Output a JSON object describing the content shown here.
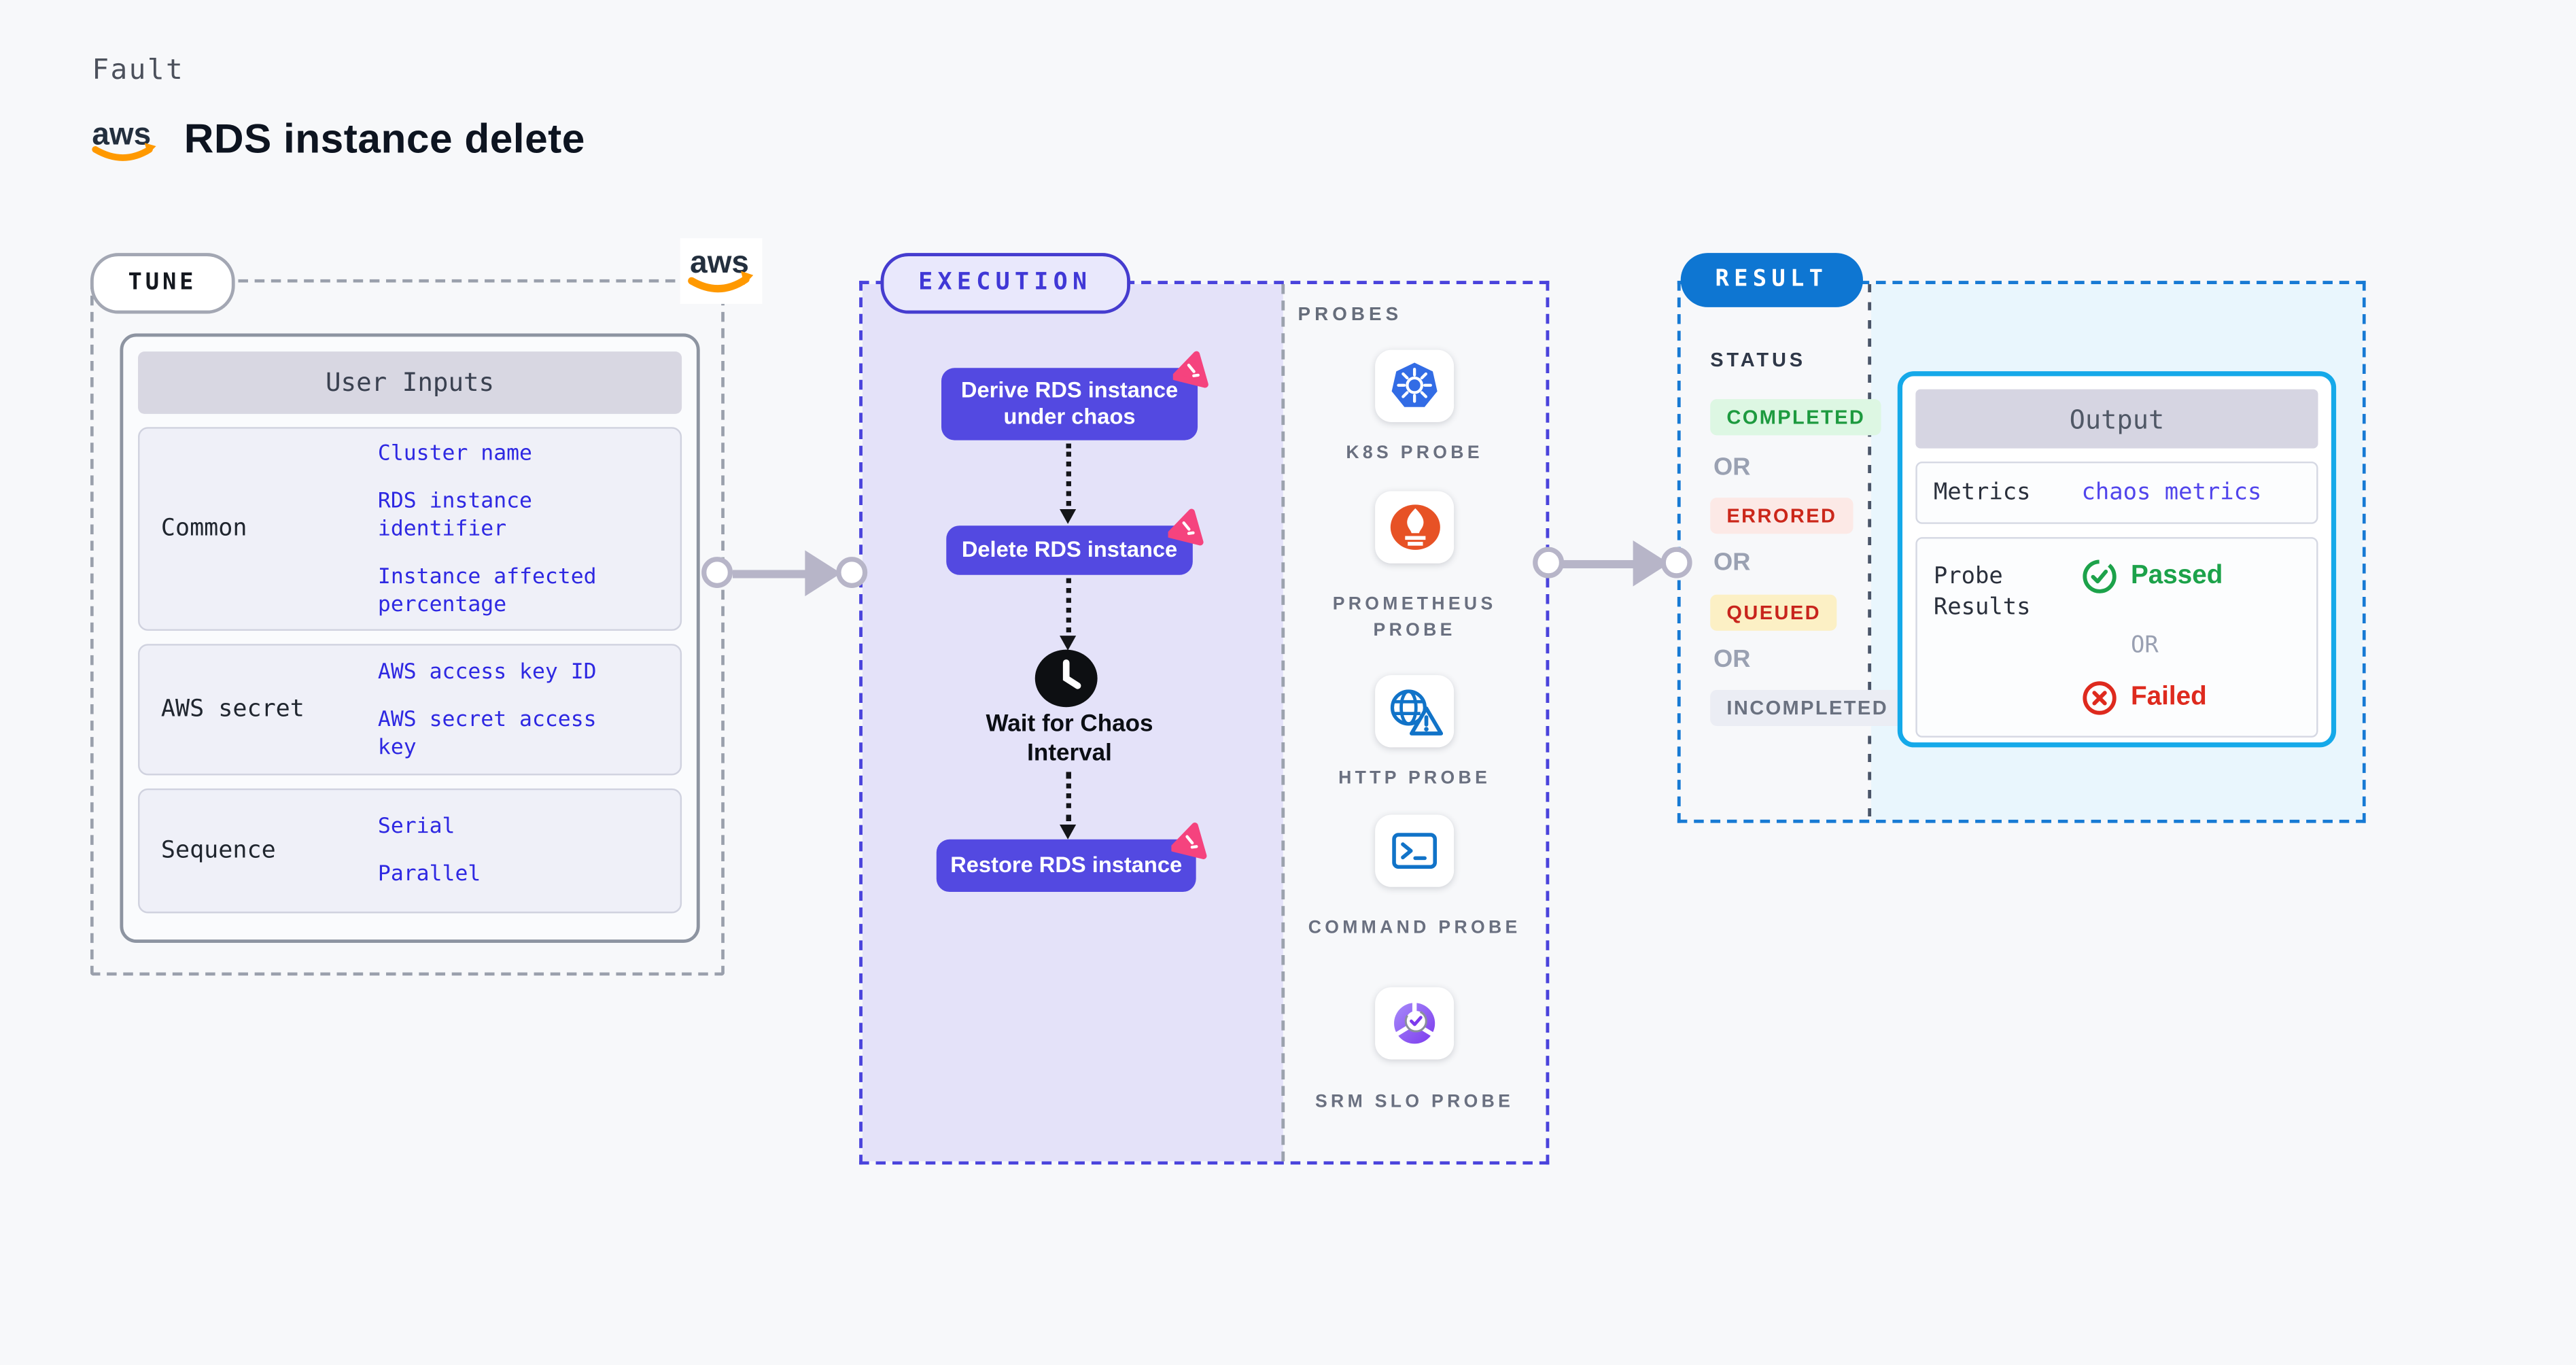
{
  "header": {
    "kicker": "Fault",
    "title": "RDS instance delete"
  },
  "logos": {
    "aws_text": "aws"
  },
  "tune": {
    "badge": "TUNE",
    "table": {
      "title": "User Inputs",
      "rows": [
        {
          "label": "Common",
          "values": [
            "Cluster name",
            "RDS instance identifier",
            "Instance affected percentage"
          ]
        },
        {
          "label": "AWS secret",
          "values": [
            "AWS access key ID",
            "AWS secret access key"
          ]
        },
        {
          "label": "Sequence",
          "values": [
            "Serial",
            "Parallel"
          ]
        }
      ]
    }
  },
  "execution": {
    "badge": "EXECUTION",
    "nodes": [
      "Derive RDS instance under chaos",
      "Delete RDS instance",
      "Restore RDS instance"
    ],
    "wait_label": "Wait for Chaos Interval"
  },
  "probes": {
    "heading": "PROBES",
    "items": [
      {
        "icon": "k8s-probe-icon",
        "label": "K8S PROBE"
      },
      {
        "icon": "prometheus-probe-icon",
        "label": "PROMETHEUS PROBE"
      },
      {
        "icon": "http-probe-icon",
        "label": "HTTP PROBE"
      },
      {
        "icon": "command-probe-icon",
        "label": "COMMAND PROBE"
      },
      {
        "icon": "srm-slo-probe-icon",
        "label": "SRM SLO PROBE"
      }
    ]
  },
  "result": {
    "badge": "RESULT",
    "status_heading": "STATUS",
    "or_label": "OR",
    "statuses": [
      {
        "label": "COMPLETED",
        "fg": "#1D9A3F",
        "bg": "#DDF7E3"
      },
      {
        "label": "ERRORED",
        "fg": "#CB271A",
        "bg": "#FCE9E6"
      },
      {
        "label": "QUEUED",
        "fg": "#C8251D",
        "bg": "#FCF0C5"
      },
      {
        "label": "INCOMPLETED",
        "fg": "#6A7180",
        "bg": "#EBEDF4"
      }
    ],
    "output": {
      "title": "Output",
      "metrics_label": "Metrics",
      "metrics_value": "chaos metrics",
      "probe_results_label": "Probe Results",
      "passed": "Passed",
      "failed": "Failed"
    }
  },
  "colors": {
    "page_bg": "#F7F8FA",
    "accent_indigo": "#4A43DC",
    "node_purple": "#5349E1",
    "flow_bg": "#E4E2F9",
    "result_blue": "#0E76D2",
    "output_border": "#15A9E9",
    "output_bg": "#E9F6FD",
    "value_blue": "#2E28E2",
    "link_blue": "#5145EC",
    "passed_green": "#1CA24A",
    "failed_red": "#DE2A1E",
    "aws_orange": "#FF9900",
    "k8s_blue": "#326CE5",
    "prometheus_orange": "#E75225",
    "http_blue": "#1173C8",
    "srm_purple": "#7C3AED",
    "chaos_pink": "#F5437E",
    "arrow_gray": "#B7B5C8"
  }
}
